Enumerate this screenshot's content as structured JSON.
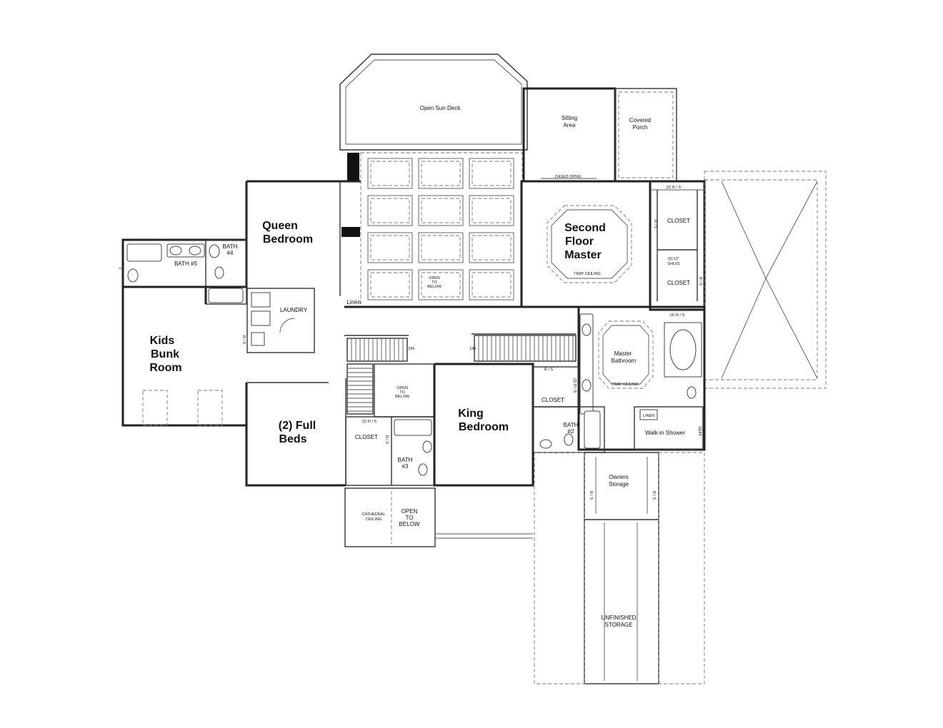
{
  "rooms": {
    "open_sun_deck": "Open Sun Deck",
    "sitting_area": [
      "Sitting",
      "Area"
    ],
    "covered_porch": [
      "Covered",
      "Porch"
    ],
    "cased_opng": "CASED OPNG",
    "queen_bedroom": [
      "Queen",
      "Bedroom"
    ],
    "second_floor_master": [
      "Second",
      "Floor",
      "Master"
    ],
    "tray_ceiling": "TRAY CEILING",
    "closet_upper": "CLOSET",
    "closet_lower": "CLOSET",
    "shelves": [
      "(5) 12\"",
      "SHLVS"
    ],
    "bath4": [
      "BATH",
      "#4"
    ],
    "bath5": "BATH #5",
    "laundry": "LAUNDRY",
    "linen": "Linen",
    "open_to_below_center": [
      "OPEN",
      "TO",
      "BELOW"
    ],
    "kids_bunk_room": [
      "Kids",
      "Bunk",
      "Room"
    ],
    "master_bathroom": [
      "Master",
      "Bathroom"
    ],
    "master_tray_ceiling": "TRAY CEILING",
    "open_to_below_stair": [
      "OPEN",
      "TO",
      "BELOW"
    ],
    "full_beds": [
      "(2) Full",
      "Beds"
    ],
    "closet_bath3": "CLOSET",
    "bath3": [
      "BATH",
      "#3"
    ],
    "king_bedroom": [
      "King",
      "Bedroom"
    ],
    "closet_king": "CLOSET",
    "bath2": [
      "BATH",
      "#2"
    ],
    "linen_master": "LINEN",
    "walk_in_shower": "Walk-in Shower",
    "seat": "SEAT",
    "owners_storage": [
      "Owners",
      "Storage"
    ],
    "cathedral_ceiling": [
      "CATHEDRAL",
      "CEILING"
    ],
    "open_to_below_lower": [
      "OPEN",
      "TO",
      "BELOW"
    ],
    "unfinished_storage": [
      "UNFINISHED",
      "STORAGE"
    ]
  },
  "annotations": {
    "rs_2": "(2) R / S",
    "rs": "R / S",
    "dn": "DN"
  }
}
